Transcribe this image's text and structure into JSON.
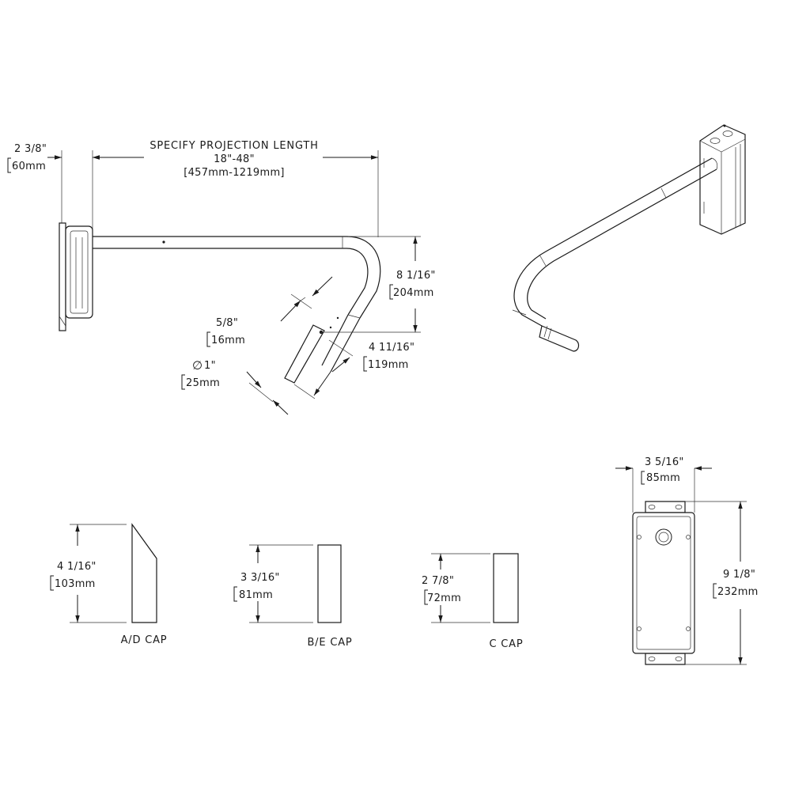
{
  "projection": {
    "line1": "SPECIFY PROJECTION LENGTH",
    "line2": "18\"-48\"",
    "line3": "[457mm-1219mm]"
  },
  "dims": {
    "depth_in": "2 3/8\"",
    "depth_mm": "60mm",
    "drop_in": "8 1/16\"",
    "drop_mm": "204mm",
    "tip_in": "5/8\"",
    "tip_mm": "16mm",
    "dia_in": "1\"",
    "dia_mm": "25mm",
    "ext_in": "4 11/16\"",
    "ext_mm": "119mm",
    "plate_w_in": "3 5/16\"",
    "plate_w_mm": "85mm",
    "plate_h_in": "9 1/8\"",
    "plate_h_mm": "232mm"
  },
  "caps": {
    "ad": {
      "label": "A/D CAP",
      "h_in": "4 1/16\"",
      "h_mm": "103mm"
    },
    "be": {
      "label": "B/E CAP",
      "h_in": "3 3/16\"",
      "h_mm": "81mm"
    },
    "c": {
      "label": "C CAP",
      "h_in": "2 7/8\"",
      "h_mm": "72mm"
    }
  },
  "symbols": {
    "diameter": "∅"
  }
}
